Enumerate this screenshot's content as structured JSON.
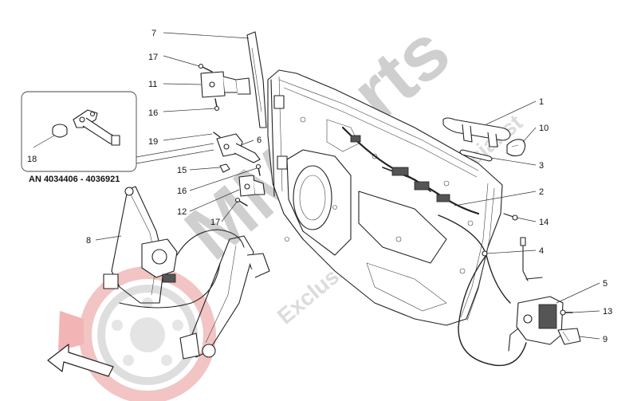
{
  "inset": {
    "label": "AN 4034406 - 4036921",
    "callout": "18"
  },
  "callouts": {
    "c1": "1",
    "c2": "2",
    "c3": "3",
    "c4": "4",
    "c5": "5",
    "c6": "6",
    "c7": "7",
    "c8": "8",
    "c9": "9",
    "c10": "10",
    "c11": "11",
    "c12": "12",
    "c13": "13",
    "c14": "14",
    "c15": "15",
    "c16a": "16",
    "c16b": "16",
    "c17a": "17",
    "c17b": "17",
    "c19": "19"
  },
  "watermark": {
    "brand": "MMparts",
    "tagline": "Exclusive car parts specialist"
  },
  "colors": {
    "line": "#222222",
    "watermark": "#d0d0d0",
    "logo_red": "#f2b4b4",
    "logo_grey": "#d9d9d9"
  }
}
